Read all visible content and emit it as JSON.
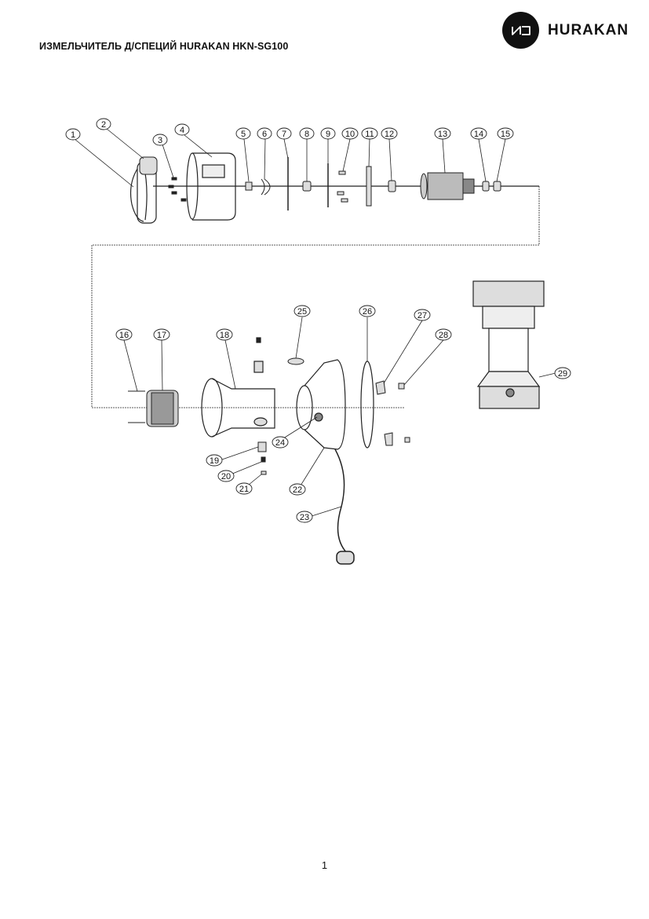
{
  "header": {
    "title": "ИЗМЕЛЬЧИТЕЛЬ Д/СПЕЦИЙ HURAKAN HKN-SG100",
    "brand_name": "HURAKAN",
    "brand_icon": "hurakan-logo-icon"
  },
  "diagram": {
    "parts": [
      {
        "num": "1"
      },
      {
        "num": "2"
      },
      {
        "num": "3"
      },
      {
        "num": "4"
      },
      {
        "num": "5"
      },
      {
        "num": "6"
      },
      {
        "num": "7"
      },
      {
        "num": "8"
      },
      {
        "num": "9"
      },
      {
        "num": "10"
      },
      {
        "num": "11"
      },
      {
        "num": "12"
      },
      {
        "num": "13"
      },
      {
        "num": "14"
      },
      {
        "num": "15"
      },
      {
        "num": "16"
      },
      {
        "num": "17"
      },
      {
        "num": "18"
      },
      {
        "num": "19"
      },
      {
        "num": "20"
      },
      {
        "num": "21"
      },
      {
        "num": "22"
      },
      {
        "num": "23"
      },
      {
        "num": "24"
      },
      {
        "num": "25"
      },
      {
        "num": "26"
      },
      {
        "num": "27"
      },
      {
        "num": "28"
      },
      {
        "num": "29"
      }
    ]
  },
  "footer": {
    "page_number": "1"
  }
}
